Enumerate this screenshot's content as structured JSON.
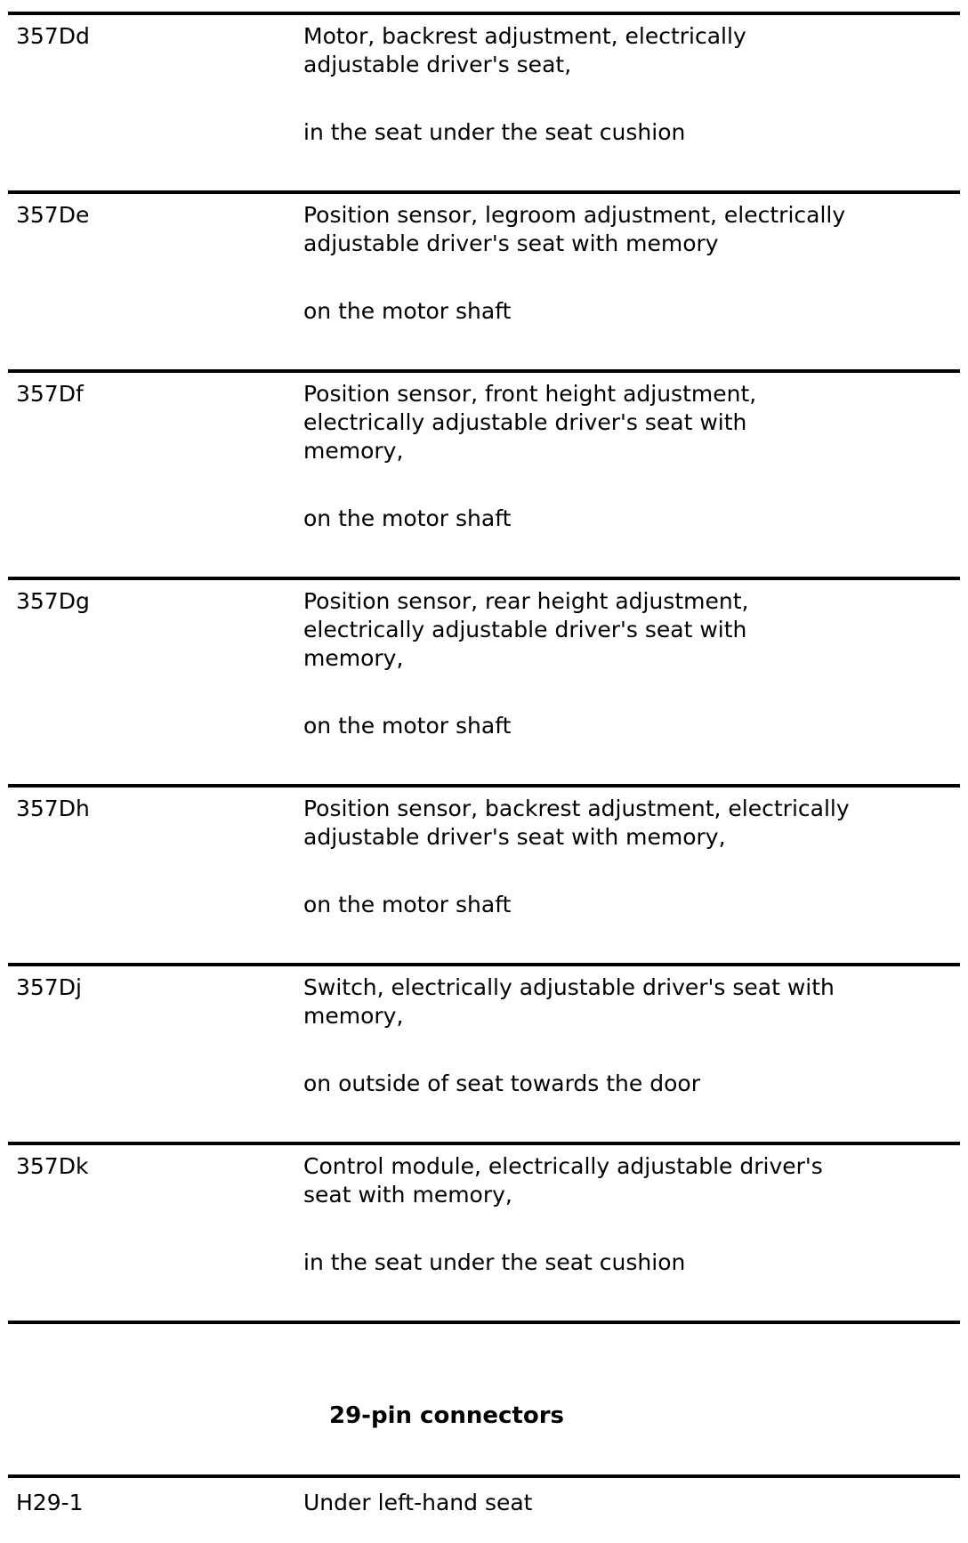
{
  "page": {
    "background": "#ffffff",
    "text_color": "#000000",
    "rule_color": "#000000"
  },
  "table": {
    "rows": [
      {
        "code": "357Dd",
        "description": "Motor, backrest adjustment, electrically\nadjustable driver's seat,",
        "location": "in the seat under the seat cushion"
      },
      {
        "code": "357De",
        "description": "Position sensor, legroom adjustment, electrically\nadjustable driver's seat with memory",
        "location": "on the motor shaft"
      },
      {
        "code": "357Df",
        "description": "Position sensor, front height adjustment,\nelectrically adjustable driver's seat with\nmemory,",
        "location": "on the motor shaft"
      },
      {
        "code": "357Dg",
        "description": "Position sensor, rear height adjustment,\nelectrically adjustable driver's seat with\nmemory,",
        "location": "on the motor shaft"
      },
      {
        "code": "357Dh",
        "description": "Position sensor, backrest adjustment, electrically\nadjustable driver's seat with memory,",
        "location": "on the motor shaft"
      },
      {
        "code": "357Dj",
        "description": "Switch, electrically adjustable driver's seat with\nmemory,",
        "location": "on outside of seat towards the door"
      },
      {
        "code": "357Dk",
        "description": "Control module, electrically adjustable driver's\nseat with memory,",
        "location": "in the seat under the seat cushion"
      }
    ],
    "section_heading": "29-pin connectors",
    "footer_rows": [
      {
        "code": "H29-1",
        "description": "Under left-hand seat"
      }
    ]
  }
}
